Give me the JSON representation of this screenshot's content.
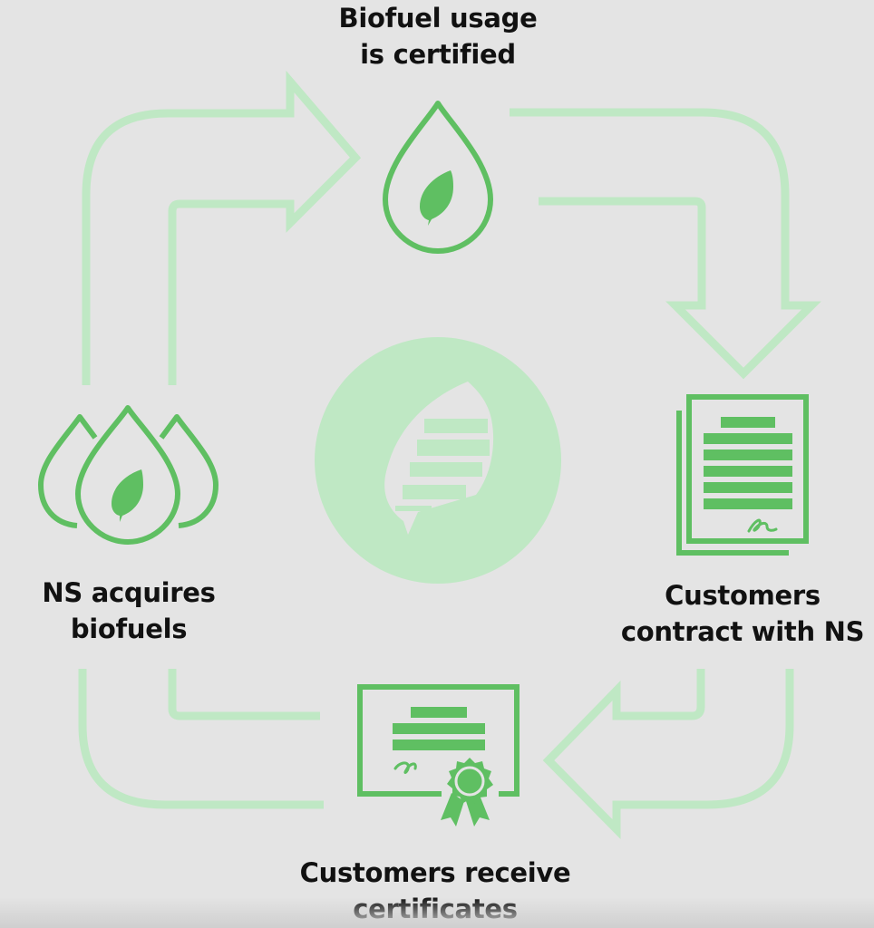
{
  "title": "Biofuel certification cycle",
  "colors": {
    "background": "#e4e4e4",
    "arrow": "#bfe8c4",
    "icon": "#5fbf62",
    "center_circle": "#bfe8c4",
    "text": "#111111"
  },
  "steps": [
    {
      "id": "certified",
      "line1": "Biofuel usage",
      "line2": "is certified",
      "icon": "drop-leaf-icon"
    },
    {
      "id": "contract",
      "line1": "Customers",
      "line2": "contract with NS",
      "icon": "contract-document-icon"
    },
    {
      "id": "certificates",
      "line1": "Customers receive",
      "line2": "certificates",
      "icon": "certificate-ribbon-icon"
    },
    {
      "id": "acquire",
      "line1": "NS acquires",
      "line2": "biofuels",
      "icon": "three-drops-leaf-icon"
    }
  ],
  "center_icon": "leaf-logo-icon",
  "arrows": [
    "arrow-right-top",
    "arrow-down-right",
    "arrow-left-bottom",
    "connector-bottom-left"
  ]
}
